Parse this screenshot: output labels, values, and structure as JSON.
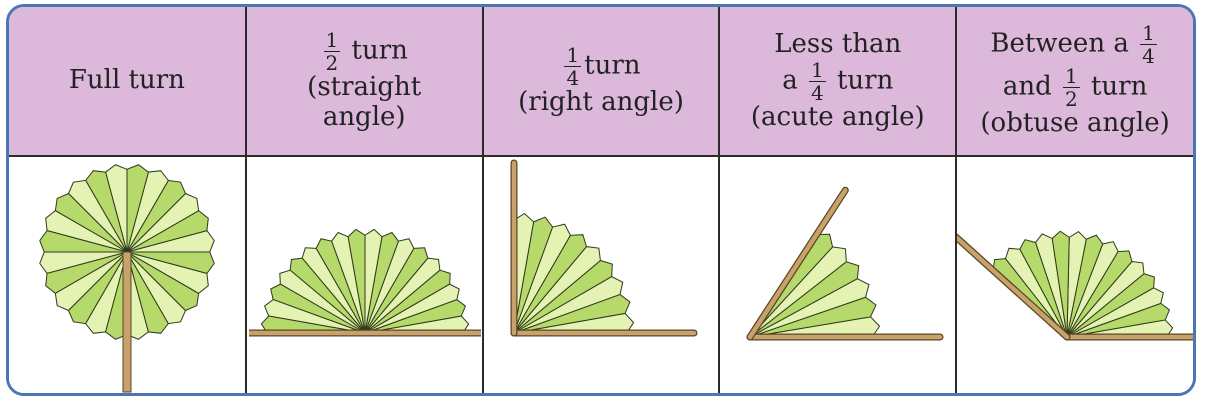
{
  "colors": {
    "border": "#4a77b3",
    "header_bg": "#dcb8db",
    "fan_light": "#e4f2b4",
    "fan_dark": "#b5d96a",
    "stick": "#c7a26a"
  },
  "columns": [
    {
      "lines": [
        "Full turn"
      ],
      "fan": {
        "start": 0,
        "end": 360
      }
    },
    {
      "frac": {
        "num": "1",
        "den": "2"
      },
      "after": "turn",
      "lines": [
        "(straight",
        "angle)"
      ],
      "fan": {
        "start": 0,
        "end": 180
      }
    },
    {
      "frac": {
        "num": "1",
        "den": "4"
      },
      "after": "turn",
      "lines": [
        "(right angle)"
      ],
      "fan": {
        "start": 0,
        "end": 90
      }
    },
    {
      "line1": "Less than",
      "pre2": "a",
      "frac2": {
        "num": "1",
        "den": "4"
      },
      "post2": "turn",
      "lines": [
        "(acute angle)"
      ],
      "fan": {
        "start": 0,
        "end": 57
      }
    },
    {
      "line1": "Between a",
      "frac1": {
        "num": "1",
        "den": "4"
      },
      "pre2": "and",
      "frac2": {
        "num": "1",
        "den": "2"
      },
      "post2": "turn",
      "lines": [
        "(obtuse angle)"
      ],
      "fan": {
        "start": 0,
        "end": 138
      }
    }
  ]
}
